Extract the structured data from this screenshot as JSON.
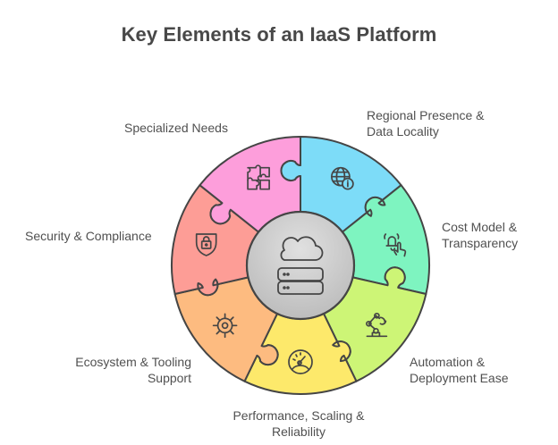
{
  "title": "Key Elements of an IaaS Platform",
  "center": {
    "icon": "cloud-server-icon",
    "fill": "#d2d2d2"
  },
  "stroke_color": "#454545",
  "segments": [
    {
      "id": "regional-presence",
      "label_lines": [
        "Regional Presence &",
        "Data Locality"
      ],
      "color": "#7ddcf8",
      "icon": "globe-info-icon"
    },
    {
      "id": "cost-model",
      "label_lines": [
        "Cost Model &",
        "Transparency"
      ],
      "color": "#7ef4c0",
      "icon": "bell-touch-icon"
    },
    {
      "id": "automation",
      "label_lines": [
        "Automation &",
        "Deployment Ease"
      ],
      "color": "#cdf576",
      "icon": "robot-arm-icon"
    },
    {
      "id": "performance",
      "label_lines": [
        "Performance, Scaling &",
        "Reliability"
      ],
      "color": "#fde96b",
      "icon": "gauge-icon"
    },
    {
      "id": "ecosystem",
      "label_lines": [
        "Ecosystem & Tooling",
        "Support"
      ],
      "color": "#fdbb80",
      "icon": "gear-icon"
    },
    {
      "id": "security",
      "label_lines": [
        "Security & Compliance"
      ],
      "color": "#fd9d96",
      "icon": "shield-lock-icon"
    },
    {
      "id": "specialized-needs",
      "label_lines": [
        "Specialized Needs"
      ],
      "color": "#fd9edb",
      "icon": "puzzle-icon"
    }
  ]
}
